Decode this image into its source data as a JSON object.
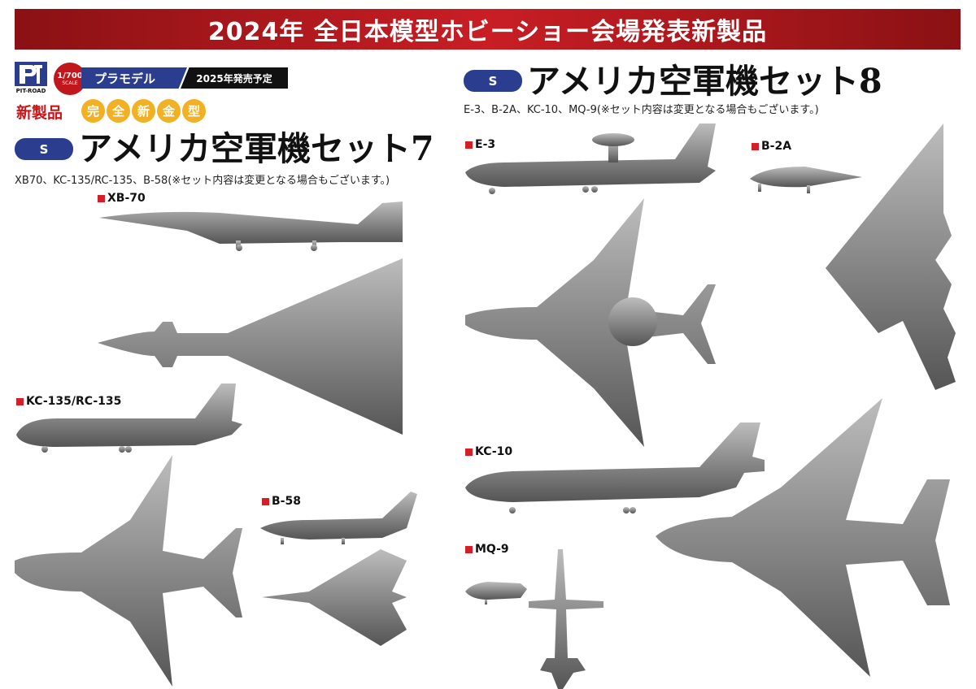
{
  "banner": "2024年 全日本模型ホビーショー会場発表新製品",
  "header": {
    "logo_text": "PIT-ROAD",
    "scale_value": "1/700",
    "scale_label": "SCALE",
    "kit_type": "プラモデル",
    "release": "2025年発売予定",
    "new_product": "新製品",
    "new_mold": [
      "完",
      "全",
      "新",
      "金",
      "型"
    ]
  },
  "set7": {
    "badge": "S",
    "title": "アメリカ空軍機セット7",
    "contents": "XB70、KC-135/RC-135、B-58(※セット内容は変更となる場合もございます。)",
    "aircraft": [
      "XB-70",
      "KC-135/RC-135",
      "B-58"
    ]
  },
  "set8": {
    "badge": "S",
    "title": "アメリカ空軍機セット8",
    "contents": "E-3、B-2A、KC-10、MQ-9(※セット内容は変更となる場合もございます。)",
    "aircraft": [
      "E-3",
      "B-2A",
      "KC-10",
      "MQ-9"
    ]
  },
  "colors": {
    "banner": "#c81e24",
    "badge_blue": "#2a3d8f",
    "label_red": "#d41f26",
    "mold_yellow": "#f2b024",
    "silhouette_light": "#b8b8b8",
    "silhouette_dark": "#555555"
  }
}
